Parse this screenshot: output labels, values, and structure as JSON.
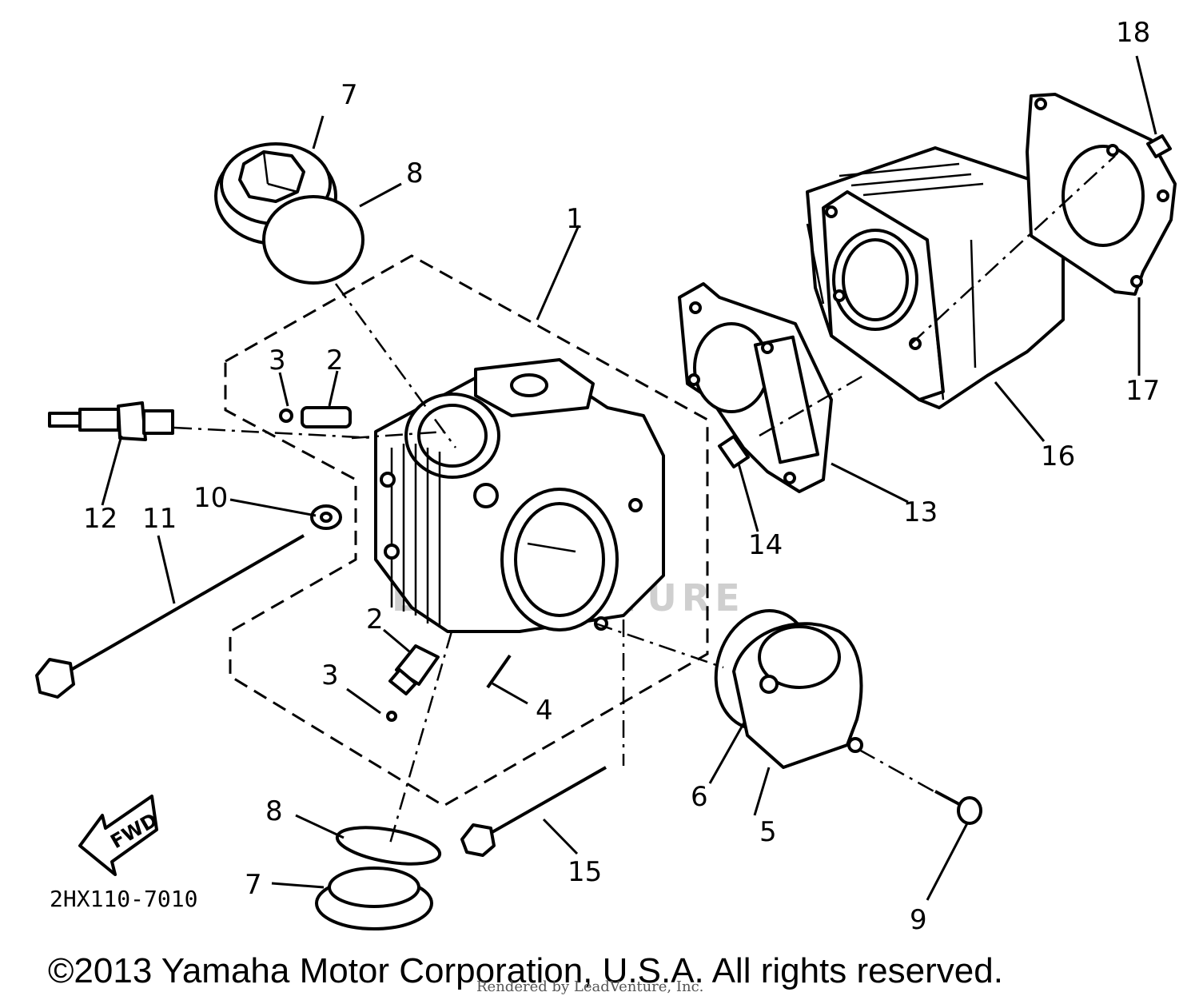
{
  "diagram": {
    "callouts": {
      "c1": "1",
      "c2a": "2",
      "c2b": "2",
      "c3a": "3",
      "c3b": "3",
      "c4": "4",
      "c5": "5",
      "c6": "6",
      "c7a": "7",
      "c7b": "7",
      "c8a": "8",
      "c8b": "8",
      "c9": "9",
      "c10": "10",
      "c11": "11",
      "c12": "12",
      "c13": "13",
      "c14": "14",
      "c15": "15",
      "c16": "16",
      "c17": "17",
      "c18": "18"
    },
    "fwd_arrow": "FWD",
    "drawing_code": "2HX110-7010",
    "watermark": "LEADVENTURE"
  },
  "footer": {
    "copyright": "©2013 Yamaha Motor Corporation, U.S.A. All rights reserved.",
    "rendered_by": "Rendered by LeadVenture, Inc."
  }
}
